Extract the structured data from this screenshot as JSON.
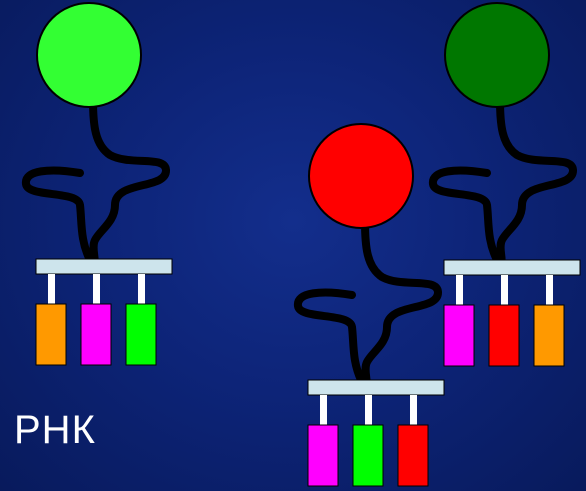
{
  "label": "РНК",
  "colors": {
    "stroke": "#000000",
    "bar_fill": "#cde4ec",
    "connector": "#ffffff"
  },
  "molecules": [
    {
      "name": "left",
      "ball_color": "#33ff33",
      "block_colors": [
        "#ff9900",
        "#ff00ff",
        "#00ff00"
      ]
    },
    {
      "name": "center",
      "ball_color": "#ff0000",
      "block_colors": [
        "#ff00ff",
        "#00ff00",
        "#ff0000"
      ]
    },
    {
      "name": "right",
      "ball_color": "#007700",
      "block_colors": [
        "#ff00ff",
        "#ff0000",
        "#ff9900"
      ]
    }
  ]
}
